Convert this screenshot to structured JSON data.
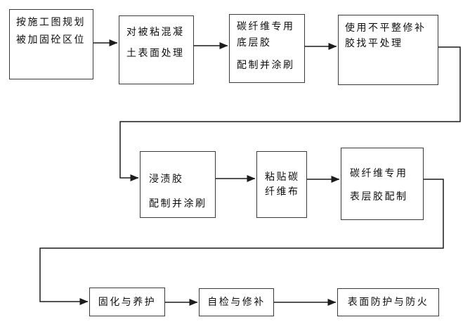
{
  "diagram": {
    "type": "flowchart",
    "background_color": "#ffffff",
    "box_border_color": "#3a3a3a",
    "connector_color": "#1c1c1c",
    "text_color": "#0f0f0f",
    "nodes": [
      {
        "id": "step-1",
        "lines": [
          "按施工图规划",
          "被加固砼区位"
        ]
      },
      {
        "id": "step-2",
        "lines": [
          "对被粘混凝",
          "土表面处理"
        ]
      },
      {
        "id": "step-3",
        "lines": [
          "碳纤维专用",
          "底层胶",
          "配制并涂刷"
        ]
      },
      {
        "id": "step-4",
        "lines": [
          "使用不平整修补",
          "胶找平处理"
        ]
      },
      {
        "id": "step-5",
        "lines": [
          "浸渍胶",
          "配制并涂刷"
        ]
      },
      {
        "id": "step-6",
        "lines": [
          "粘贴碳",
          "纤维布"
        ]
      },
      {
        "id": "step-7",
        "lines": [
          "碳纤维专用",
          "表层胶配制"
        ]
      },
      {
        "id": "step-8",
        "lines": [
          "固化与养护"
        ]
      },
      {
        "id": "step-9",
        "lines": [
          "自检与修补"
        ]
      },
      {
        "id": "step-10",
        "lines": [
          "表面防护与防火"
        ]
      }
    ],
    "edges": [
      {
        "from": "step-1",
        "to": "step-2"
      },
      {
        "from": "step-2",
        "to": "step-3"
      },
      {
        "from": "step-3",
        "to": "step-4"
      },
      {
        "from": "step-4",
        "to": "step-5"
      },
      {
        "from": "step-5",
        "to": "step-6"
      },
      {
        "from": "step-6",
        "to": "step-7"
      },
      {
        "from": "step-7",
        "to": "step-8"
      },
      {
        "from": "step-8",
        "to": "step-9"
      },
      {
        "from": "step-9",
        "to": "step-10"
      }
    ]
  }
}
